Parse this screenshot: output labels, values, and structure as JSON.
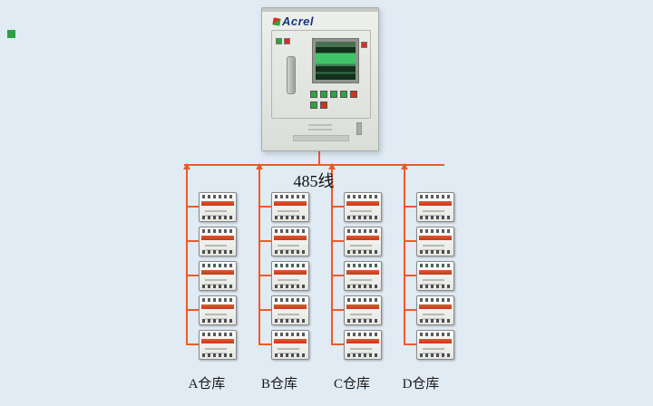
{
  "brand": {
    "name": "Acrel"
  },
  "bus_label": "485线",
  "columns": [
    {
      "label": "A仓库"
    },
    {
      "label": "B仓库"
    },
    {
      "label": "C仓库"
    },
    {
      "label": "D仓库"
    }
  ],
  "devices_per_column": 5,
  "colors": {
    "bg": "#e1ebf4",
    "bus": "#f05a28",
    "brand-blue": "#17357e",
    "btn-green": "#2aa63c",
    "btn-red": "#d6301f",
    "screen-green": "#3fc468",
    "marker-green": "#2f9e44"
  }
}
